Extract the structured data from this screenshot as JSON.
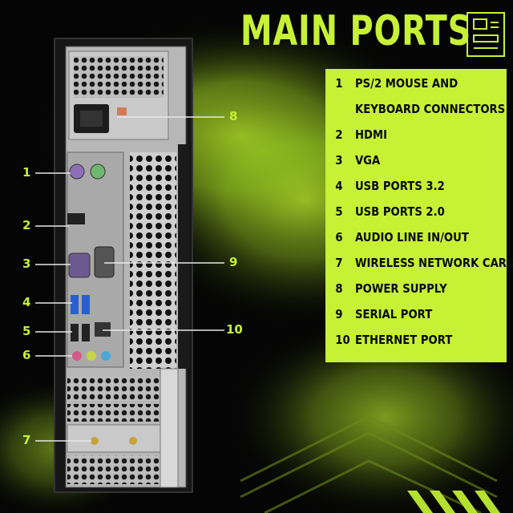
{
  "title": "MAIN PORTS",
  "legend": [
    {
      "n": "1",
      "text": "PS/2 MOUSE AND"
    },
    {
      "n": "",
      "text": "KEYBOARD CONNECTORS"
    },
    {
      "n": "2",
      "text": "HDMI"
    },
    {
      "n": "3",
      "text": "VGA"
    },
    {
      "n": "4",
      "text": "USB PORTS 3.2"
    },
    {
      "n": "5",
      "text": "USB PORTS 2.0"
    },
    {
      "n": "6",
      "text": "AUDIO LINE IN/OUT"
    },
    {
      "n": "7",
      "text": "WIRELESS NETWORK CARD"
    },
    {
      "n": "8",
      "text": "POWER SUPPLY"
    },
    {
      "n": "9",
      "text": "SERIAL PORT"
    },
    {
      "n": "10",
      "text": "ETHERNET PORT"
    }
  ],
  "callouts": {
    "c1": "1",
    "c2": "2",
    "c3": "3",
    "c4": "4",
    "c5": "5",
    "c6": "6",
    "c7": "7",
    "c8": "8",
    "c9": "9",
    "c10": "10"
  },
  "colors": {
    "accent": "#c6f135",
    "background": "#050505",
    "panel_text": "#0a0a0a"
  }
}
